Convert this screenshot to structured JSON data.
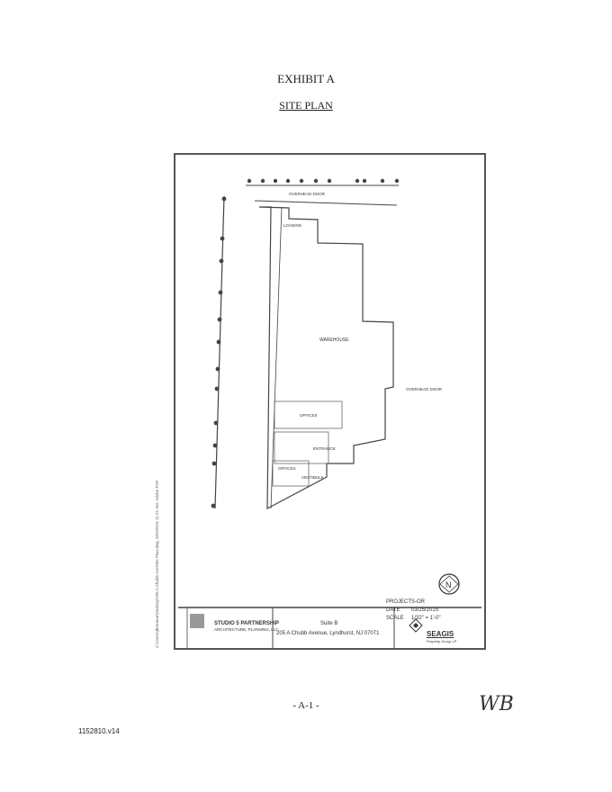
{
  "header": {
    "title": "EXHIBIT A",
    "subtitle": "SITE PLAN"
  },
  "plan": {
    "labels": {
      "top_door": "OVERHEAD DOOR",
      "loading": "LOADING",
      "warehouse": "WAREHOUSE",
      "side_door": "OVERHEAD DOOR",
      "offices": "OFFICES",
      "entrance": "ENTRANCE",
      "offices2": "OFFICES",
      "vestibule": "VESTIBULE"
    },
    "north_label": "N",
    "side_text": "C:\\Users\\jbrennan\\Desktop\\205 A Chubb Ave\\Site Plan.dwg, 3/25/2015 11:21 AM, Adobe PDF"
  },
  "title_block": {
    "firm_name": "STUDIO 5 PARTNERSHIP",
    "firm_sub": "ARCHITECTURE, PLANNING, LLC",
    "suite": "Suite B",
    "address": "205 A Chubb Avenue, Lyndhurst, NJ 07071",
    "project_label": "PROJECT",
    "project_value": "S-OR",
    "date_label": "DATE",
    "date_value": "03/25/2015",
    "scale_label": "SCALE",
    "scale_value": "1/32\" = 1'-0\"",
    "company": "SEAGIS",
    "company_sub": "Property Group LP"
  },
  "footer": {
    "page": "- A-1 -",
    "doc_id": "1152810.v14",
    "initials": "WB"
  }
}
